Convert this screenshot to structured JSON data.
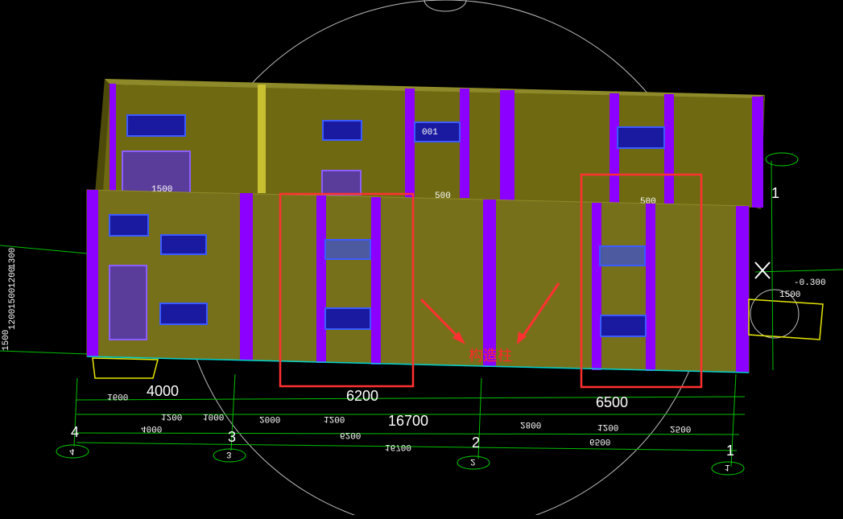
{
  "viewport": {
    "axes": [
      "4",
      "3",
      "2",
      "1"
    ],
    "top_dimensions": [
      "4000",
      "6200",
      "6500"
    ],
    "total_dimension": "16700",
    "mirrored_axis_labels": [
      "4",
      "3",
      "2",
      "1"
    ],
    "mirrored_dimensions": [
      "4000",
      "6200",
      "16700",
      "6500"
    ],
    "sub_dimensions_left": [
      "1600",
      "1200",
      "1000",
      "2000",
      "1200"
    ],
    "sub_dimensions_right": [
      "2800",
      "1200",
      "2500"
    ],
    "left_height_dims": [
      "1300",
      "1200",
      "1500",
      "1200",
      "1500"
    ],
    "right_annotations": [
      "-0.300",
      "1500",
      "1"
    ],
    "window_labels": [
      "001",
      "500",
      "1500",
      "500"
    ],
    "callout_text": "构造柱",
    "colors": {
      "wall": "#76701a",
      "column": "#8b00ff",
      "window": "#1a1aa0",
      "grid_line": "#00c000",
      "highlight": "#ff3030",
      "annotation": "#ffffff"
    }
  }
}
